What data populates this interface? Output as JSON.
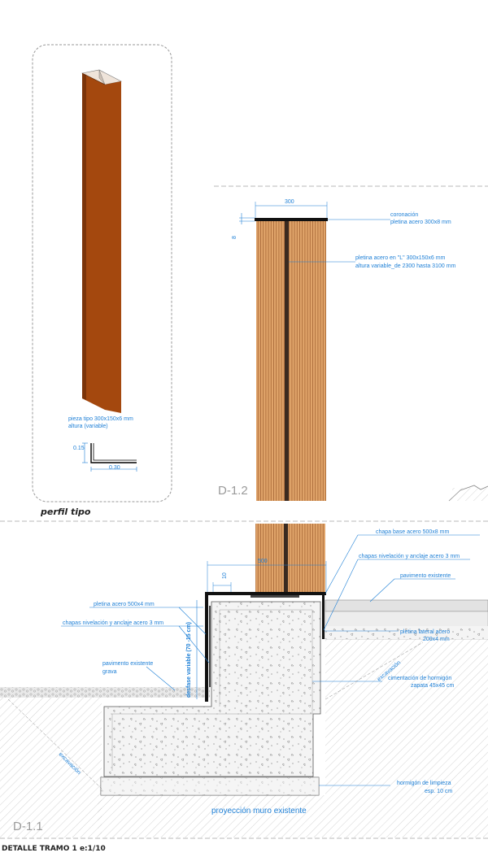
{
  "panel": {
    "piece_label_line1": "pieza tipo 300x150x6 mm",
    "piece_label_line2": "altura (variable)",
    "dim_015": "0.15",
    "dim_030": "0.30",
    "caption": "perfil tipo"
  },
  "elevation": {
    "dim_300": "300",
    "dim_8": "8",
    "coronacion_1": "coronación",
    "coronacion_2": "pletina acero 300x8 mm",
    "pletina_1": "pletina acero en \"L\" 300x150x6 mm",
    "pletina_2": "altura variable_de 2300 hasta 3100 mm",
    "sheet_id": "D-1.2"
  },
  "section": {
    "chapa_base": "chapa base acero 500x8 mm",
    "chapas_niv_right": "chapas nivelación y anclaje acero 3 mm",
    "pavimento_right": "pavimento existente",
    "dim_500": "500",
    "dim_10": "10",
    "desfase": "desfase variable (70 -15 cm)",
    "pletina_500": "pletina acero 500x4 mm",
    "chapas_niv_left": "chapas nivelación y anclaje acero 3 mm",
    "pav_left_1": "pavimento existente",
    "pav_left_2": "grava",
    "pletina_lat_1": "pletina lateral acero",
    "pletina_lat_2": "200x4 mm",
    "excavacion_left": "excavación",
    "excavacion_right": "excavación",
    "ciment_1": "cimentación de hormigón",
    "ciment_2": "zapata 45x45 cm",
    "hormigon_1": "hormigón de limpieza",
    "hormigon_2": "esp. 10 cm",
    "proyeccion": "proyección muro existente",
    "sheet_id": "D-1.1",
    "title": "DETALLE TRAMO 1 e:1/10"
  },
  "colors": {
    "rust": "#a4480e",
    "wood": "#d79a61",
    "annotation": "#1d7fd6"
  }
}
